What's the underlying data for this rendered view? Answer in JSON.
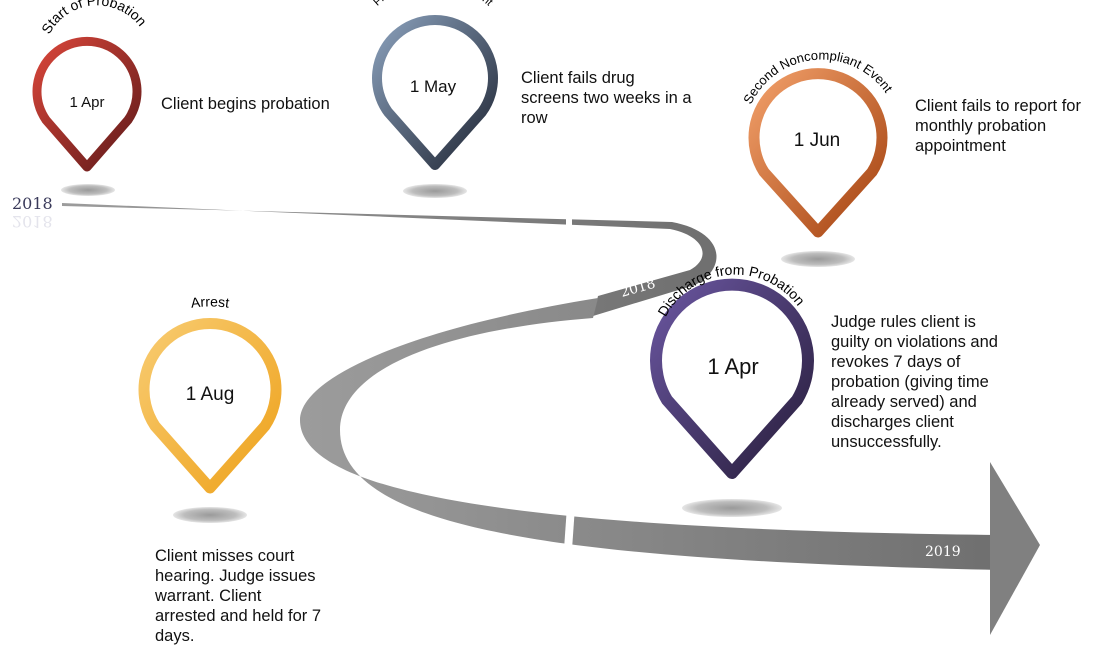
{
  "colors": {
    "timeline_band": "#7a7a7a",
    "start_pin": [
      "#d9463a",
      "#5e1a1a"
    ],
    "first_pin": [
      "#8aa0bb",
      "#1f2533"
    ],
    "second_pin": [
      "#f2a06a",
      "#a3410f"
    ],
    "arrest_pin": [
      "#f8cb70",
      "#eea21c"
    ],
    "discharge_pin": [
      "#6a56a0",
      "#271d3a"
    ]
  },
  "timeline": {
    "year_labels": [
      "2018",
      "2018",
      "2018",
      "2019"
    ]
  },
  "events": [
    {
      "id": "start",
      "title": "Start of Probation",
      "date": "1 Apr",
      "description": "Client begins probation"
    },
    {
      "id": "first",
      "title": "First Noncompliant Event",
      "date": "1 May",
      "description": "Client fails drug\nscreens two weeks in a\nrow"
    },
    {
      "id": "second",
      "title": "Second Noncompliant Event",
      "date": "1 Jun",
      "description": "Client fails to report for\nmonthly probation\nappointment"
    },
    {
      "id": "arrest",
      "title": "Arrest",
      "date": "1 Aug",
      "description": "Client misses court\nhearing. Judge issues\nwarrant. Client\narrested and held for 7\ndays."
    },
    {
      "id": "discharge",
      "title": "Discharge from Probation",
      "date": "1 Apr",
      "description": "Judge rules client is\nguilty on violations and\nrevokes 7 days of\nprobation (giving time\nalready served) and\ndischarges client\nunsuccessfully."
    }
  ]
}
